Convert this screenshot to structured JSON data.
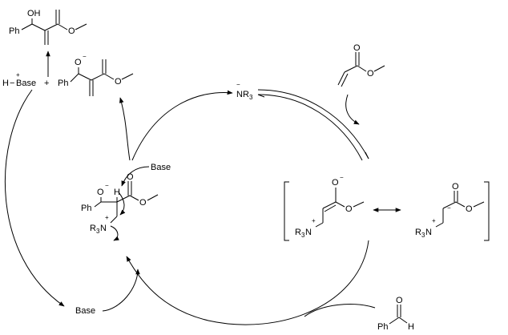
{
  "diagram": {
    "product": {
      "oh": "OH",
      "ph": "Ph",
      "o": "O"
    },
    "alkoxide_product": {
      "o": "O",
      "charge": "−",
      "ph": "Ph",
      "ester_o": "O"
    },
    "protonated_base": {
      "h": "H",
      "dash": "−",
      "base": "Base",
      "plus_sign": "+",
      "charge": "+"
    },
    "amine_catalyst": {
      "n": "N",
      "r3": "R",
      "sub": "3",
      "charge": "−"
    },
    "acrylate": {
      "o": "O"
    },
    "zwitterion_left": {
      "o_top": "O",
      "charge_o": "−",
      "o_ester": "O",
      "r3n": "R",
      "sub": "3",
      "n": "N",
      "charge_n": "+"
    },
    "zwitterion_right": {
      "o_top": "O",
      "charge_c": "−",
      "o_ester": "O",
      "r3n": "R",
      "sub": "3",
      "n": "N",
      "charge_n": "+"
    },
    "intermediate": {
      "o": "O",
      "charge_o": "−",
      "h": "H",
      "ph": "Ph",
      "o_ester": "O",
      "r3n": "R",
      "sub": "3",
      "n": "N",
      "charge_n": "+",
      "base": "Base"
    },
    "base_bottom": {
      "base": "Base"
    },
    "benzaldehyde": {
      "ph": "Ph",
      "o": "O",
      "h": "H"
    }
  }
}
